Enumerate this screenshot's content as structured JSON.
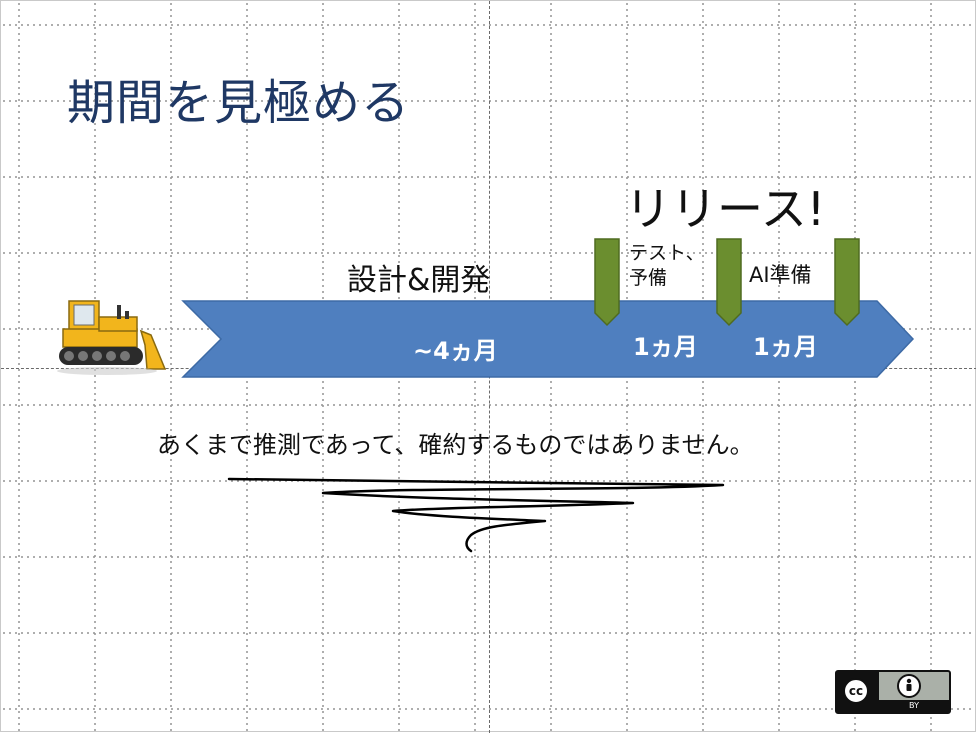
{
  "slide": {
    "title": "期間を見極める",
    "release_label": "リリース!",
    "phases": {
      "dev_label": "設計&開発",
      "test_label_line1": "テスト、",
      "test_label_line2": "予備",
      "ai_label": "AI準備"
    },
    "durations": {
      "dev": "~4ヵ月",
      "test": "1ヵ月",
      "ai": "1ヵ月"
    },
    "caption": "あくまで推測であって、確約するものではありません。",
    "license": {
      "cc": "cc",
      "by": "BY"
    }
  },
  "colors": {
    "title": "#1f3864",
    "arrow": "#4f7fbf",
    "marker": "#6b8e2f",
    "text": "#111111"
  },
  "icons": [
    "bulldozer-icon",
    "cc-icon",
    "by-person-icon"
  ]
}
